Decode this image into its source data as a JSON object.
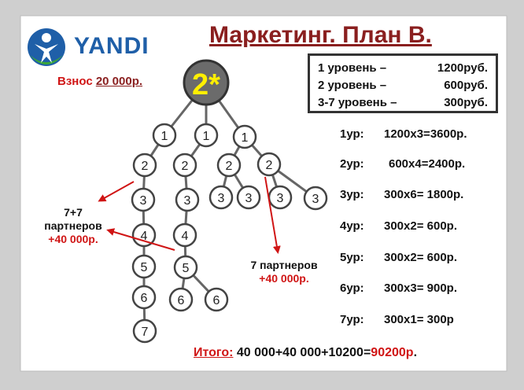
{
  "brand": {
    "name": "YANDI",
    "logo_icon": "yandi-person-logo"
  },
  "title": "Маркетинг. План В.",
  "fee": {
    "label": "Взнос",
    "amount": "20 000р."
  },
  "root_label": "2*",
  "levels_box": [
    {
      "level": "1 уровень –",
      "price": "1200руб."
    },
    {
      "level": "2 уровень –",
      "price": "600руб."
    },
    {
      "level": "3-7 уровень –",
      "price": "300руб."
    }
  ],
  "calculations": [
    {
      "label": "1ур:",
      "expr": "1200х3=3600р."
    },
    {
      "label": "2ур:",
      "expr": "600х4=2400р."
    },
    {
      "label": "3ур:",
      "expr": "300х6= 1800р."
    },
    {
      "label": "4ур:",
      "expr": "300х2=  600р."
    },
    {
      "label": "5ур:",
      "expr": "300х2=  600р."
    },
    {
      "label": "6ур:",
      "expr": "300х3=  900р."
    },
    {
      "label": "7ур:",
      "expr": "300х1=  300р"
    }
  ],
  "left_note": {
    "line1": "7+7",
    "line2": "партнеров",
    "line3": "+40 000р."
  },
  "right_note": {
    "line1": "7 партнеров",
    "line2": "+40 000р."
  },
  "total": {
    "label": "Итого:",
    "expression": " 40 000+40 000+10200=",
    "result": "90200р",
    "end": "."
  },
  "tree_nodes": [
    "1",
    "1",
    "1",
    "2",
    "2",
    "2",
    "2",
    "3",
    "3",
    "3",
    "3",
    "3",
    "3",
    "4",
    "4",
    "5",
    "5",
    "6",
    "6",
    "6",
    "7"
  ],
  "colors": {
    "arrow": "#d01515",
    "node_stroke": "#444444",
    "root_fill": "#6b6b6b",
    "root_text": "#ffef00",
    "accent_red": "#d01515",
    "title_red": "#8a1f1f",
    "brand_blue": "#1f5fa8"
  }
}
